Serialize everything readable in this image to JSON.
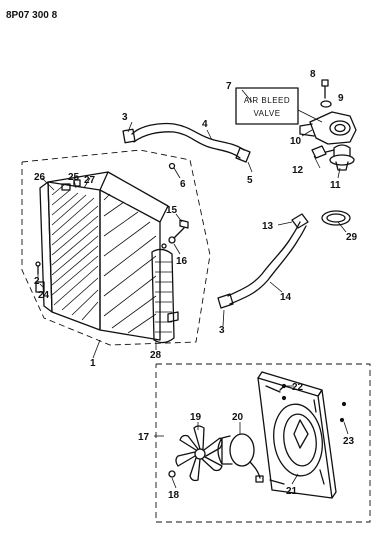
{
  "diagram": {
    "code": "8P07 300 8",
    "callout": [
      "AIR BLEED",
      "VALVE"
    ],
    "labels": {
      "l1": "1",
      "l2": "2",
      "l3a": "3",
      "l3b": "3",
      "l4": "4",
      "l5": "5",
      "l6": "6",
      "l7": "7",
      "l8": "8",
      "l9": "9",
      "l10": "10",
      "l11": "11",
      "l12": "12",
      "l13": "13",
      "l14": "14",
      "l15": "15",
      "l16": "16",
      "l17": "17",
      "l18": "18",
      "l19": "19",
      "l20": "20",
      "l21": "21",
      "l22": "22",
      "l23": "23",
      "l24": "24",
      "l25": "25",
      "l26": "26",
      "l27": "27",
      "l28": "28",
      "l29": "29"
    }
  }
}
